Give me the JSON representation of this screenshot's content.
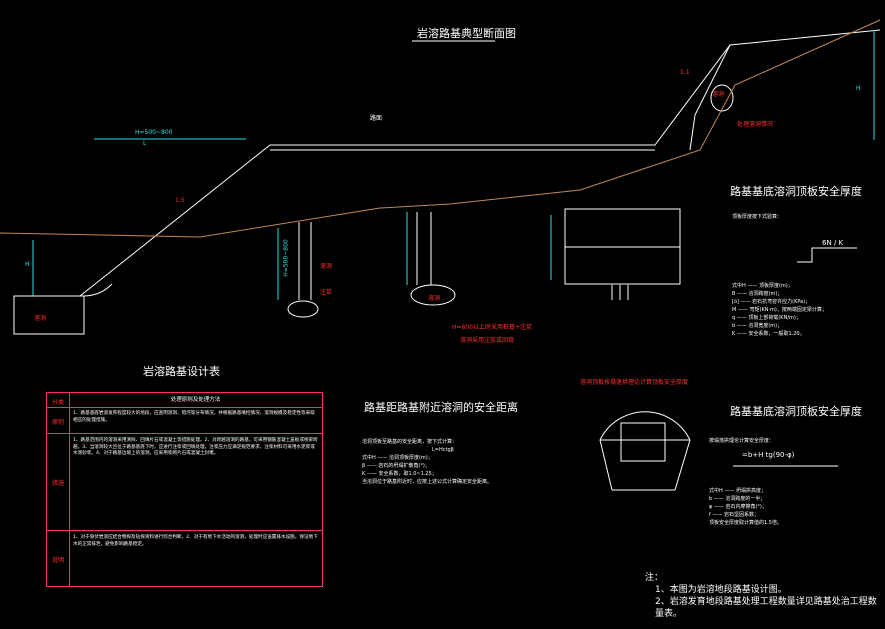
{
  "main_title": "岩溶路基典型断面图",
  "section_labels": {
    "width_top": "H=500~800",
    "width_mid": "L",
    "slope": "1:5",
    "pavement": "路面",
    "height_left": "H",
    "cave_left": "溶洞",
    "pile_height": "H=500~800",
    "cave_mid_a": "溶洞",
    "cave_mid_b": "溶洞",
    "grout": "注浆",
    "mid_note_top": "H=800以上时采用桩基+注浆",
    "mid_note_bot": "溶洞采用注浆或回填",
    "right_h": "H",
    "right_slope": "1:1",
    "right_cave": "溶洞",
    "right_note": "处理溶洞情况"
  },
  "design_table": {
    "title": "岩溶路基设计表",
    "header": [
      "分类",
      "处理原则及处理方法"
    ],
    "rows": [
      {
        "k": "原则",
        "v": "1、路基基底岩溶发育程度较大的地段，应查明溶洞、暗河等分布情况，并根据路基填挖情况、溶洞规模及稳定性等采取相应的处理措施。"
      },
      {
        "k": "措施",
        "v": "1、路基范围内的溶洞采用清除、回填片石或混凝土等措施处理。2、对跨越溶洞的路基，可采用钢筋混凝土盖板或桥梁跨越。3、当溶洞较大且位于路基基底下时，应进行注浆或回填处理，注浆压力应满足规范要求，注浆材料可采用水泥浆或水泥砂浆。4、对于路基边坡上的溶洞，应采用浆砌片石或混凝土封堵。"
      },
      {
        "k": "说明",
        "v": "1、对于隐伏岩溶应结合物探及钻探资料进行综合判断。2、对于有地下水活动的溶洞，处理时应设置排水设施，保证地下水的正常排泄，避免影响路基稳定。"
      }
    ]
  },
  "safe_distance": {
    "title": "路基距路基附近溶洞的安全距离",
    "lines": [
      "溶洞顶板至路基的安全距离，按下式计算：",
      "L=Hctgβ",
      "式中H —— 溶洞顶板厚度(m)；",
      "β —— 岩石的坍塌扩散角(°)；",
      "K —— 安全系数，取1.0~1.25；",
      "当溶洞位于路基附近时，应按上述公式计算确定安全距离。"
    ]
  },
  "right_top": {
    "title": "路基基底溶洞顶板安全厚度",
    "intro": "顶板厚度按下式验算：",
    "formula": "6N / K",
    "lines": [
      "式中H —— 顶板厚度(m)；",
      "B —— 溶洞跨度(m)；",
      "[ó] —— 岩石抗弯容许应力(KPa)；",
      "M —— 弯矩(KN·m)，按两端固定梁计算；",
      "q —— 顶板上部荷载(KN/m)；",
      "b —— 溶洞宽度(m)；",
      "K —— 安全系数，一般取1.20。"
    ]
  },
  "cave_fig_label": "溶洞顶板按塌落拱理论计算顶板安全厚度",
  "right_bottom": {
    "title": "路基基底溶洞顶板安全厚度",
    "intro": "按塌落拱理论计算安全厚度：",
    "formula": "=b+H tg(90-φ)",
    "lines": [
      "式中H —— 坍塌拱高度；",
      "b —— 溶洞跨度的一半；",
      "φ —— 岩石内摩擦角(°)；",
      "f —— 岩石坚固系数；",
      "顶板安全厚度取计算值的1.5倍。"
    ]
  },
  "notes": [
    "注：",
    "1、本图为岩溶地段路基设计图。",
    "2、岩溶发育地段路基处理工程数量详见路基处治工程数量表。"
  ],
  "colors": {
    "ground": "#c08858",
    "line": "#ffffff",
    "cyan": "#28e0e0",
    "red": "#ff3030",
    "table": "#ff2a7a"
  }
}
